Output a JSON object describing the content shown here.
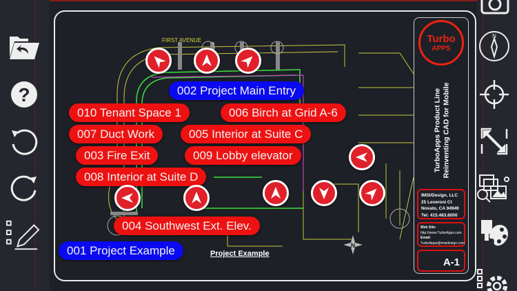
{
  "toolbar_left": [
    {
      "name": "open-folder",
      "icon": "folder-back-icon"
    },
    {
      "name": "help",
      "icon": "question-icon"
    },
    {
      "name": "undo",
      "icon": "undo-icon"
    },
    {
      "name": "redo",
      "icon": "redo-icon"
    },
    {
      "name": "markup",
      "icon": "pencil-icon"
    }
  ],
  "toolbar_right": [
    {
      "name": "camera",
      "icon": "camera-icon"
    },
    {
      "name": "compass",
      "icon": "compass-icon"
    },
    {
      "name": "locate",
      "icon": "crosshair-icon"
    },
    {
      "name": "zoom-extents",
      "icon": "expand-icon"
    },
    {
      "name": "gallery",
      "icon": "gallery-search-icon"
    },
    {
      "name": "layers",
      "icon": "palette-icon"
    },
    {
      "name": "settings",
      "icon": "gear-icon"
    }
  ],
  "drawing": {
    "street": "FIRST AVENUE",
    "title": "Project Example",
    "colors": {
      "plan": "#d8d83a",
      "walls": "#3ee03e",
      "accent": "#c040c0"
    }
  },
  "labels": [
    {
      "text": "002 Project Main Entry",
      "color": "blue"
    },
    {
      "text": "006 Birch at Grid A-6",
      "color": "red"
    },
    {
      "text": "010 Tenant Space 1",
      "color": "red"
    },
    {
      "text": "005 Interior at Suite C",
      "color": "red"
    },
    {
      "text": "007 Duct Work",
      "color": "red"
    },
    {
      "text": "003 Fire Exit",
      "color": "red"
    },
    {
      "text": "009 Lobby elevator",
      "color": "red"
    },
    {
      "text": "008 Interior at Suite D",
      "color": "red"
    },
    {
      "text": "004 Southwest Ext. Elev.",
      "color": "red"
    },
    {
      "text": "001 Project Example",
      "color": "blue"
    }
  ],
  "title_block": {
    "logo_line1": "Turbo",
    "logo_line2": "APPS",
    "product_line1": "TurboApps Product Line",
    "product_line2": "Reinventing CAD for Mobile",
    "company": "IMSI/Design, LLC",
    "address1": "25 Leveroni Ct",
    "address2": "Novato, CA 94949",
    "phone": "Tel: 415.483.8000",
    "web_label": "Web Site:",
    "web": "http://www.TurboApps.com",
    "email_label": "Email:",
    "email": "TurboApps@imsidesign.com",
    "sheet": "A-1"
  }
}
